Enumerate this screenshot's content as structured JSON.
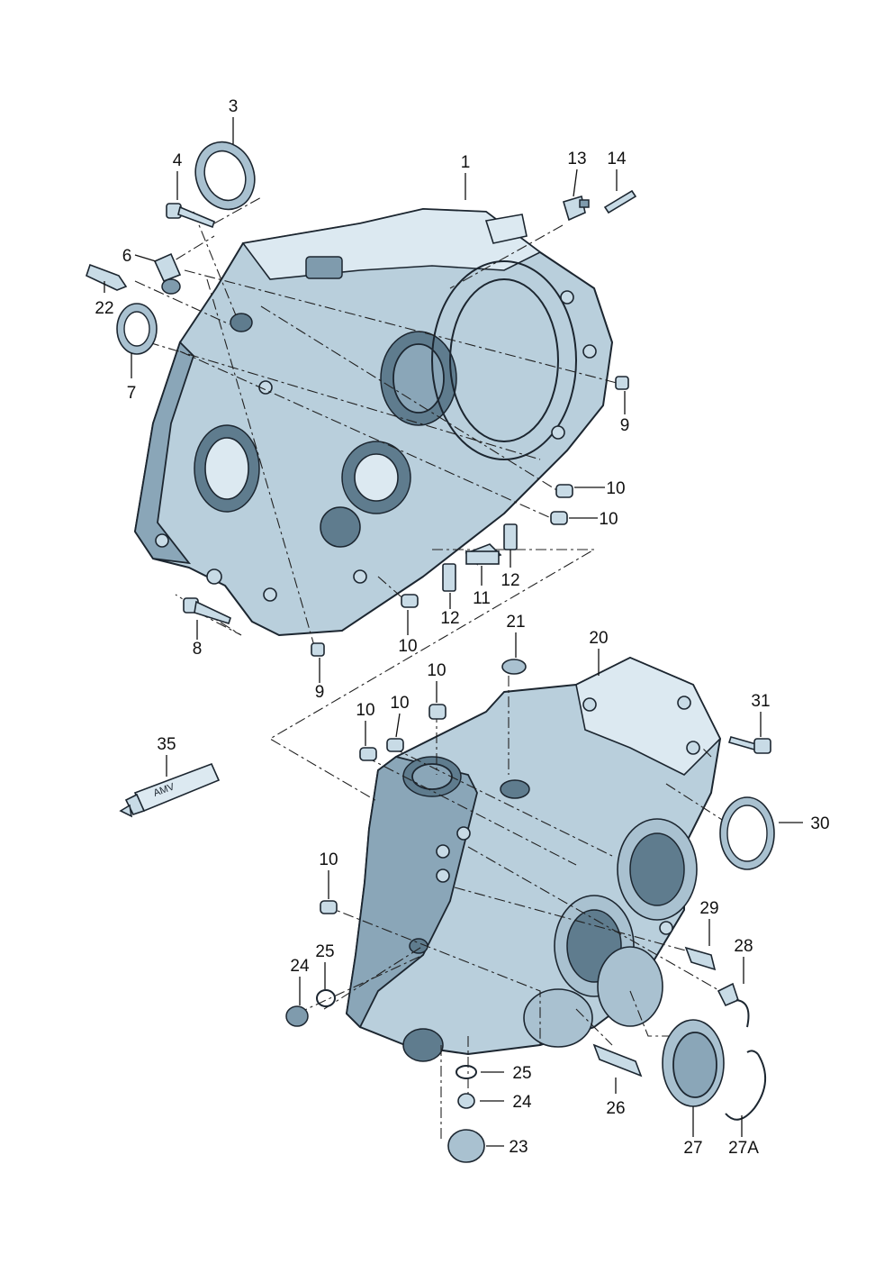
{
  "diagram": {
    "callouts": {
      "c1": "1",
      "c3": "3",
      "c4": "4",
      "c6": "6",
      "c7": "7",
      "c8": "8",
      "c9a": "9",
      "c9b": "9",
      "c10a": "10",
      "c10b": "10",
      "c10c": "10",
      "c10d": "10",
      "c10e": "10",
      "c10f": "10",
      "c10g": "10",
      "c11": "11",
      "c12a": "12",
      "c12b": "12",
      "c13": "13",
      "c14": "14",
      "c20": "20",
      "c21": "21",
      "c22": "22",
      "c23": "23",
      "c24a": "24",
      "c24b": "24",
      "c25a": "25",
      "c25b": "25",
      "c26": "26",
      "c27": "27",
      "c27a": "27A",
      "c28": "28",
      "c29": "29",
      "c30": "30",
      "c31": "31",
      "c35": "35"
    },
    "tube_label": "AMV"
  },
  "colors": {
    "casing": "#b9cfdc",
    "casing_shadow": "#8aa6b8",
    "outline": "#1c2630",
    "leader": "#111111"
  }
}
